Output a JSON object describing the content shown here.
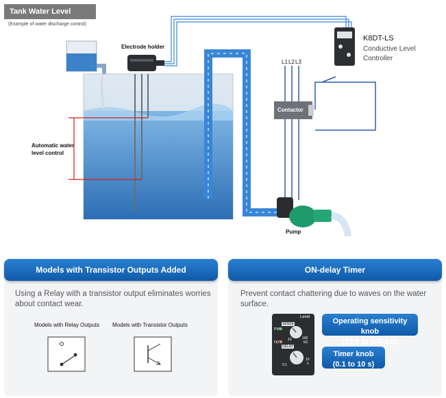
{
  "header": {
    "title": "Tank Water Level Control",
    "caption": "(Example of water discharge control)"
  },
  "diagram": {
    "electrode_holder": "Electrode holder",
    "product_model": "K8DT-LS",
    "product_line1": "Conductive Level",
    "product_line2": "Controller",
    "phases": [
      "L1",
      "L2",
      "L3"
    ],
    "contactor": "Contactor",
    "pump": "Pump",
    "auto_line1": "Automatic water",
    "auto_line2": "level control"
  },
  "left_card": {
    "header": "Models with Transistor Outputs Added",
    "text_line1": "Using a Relay with a transistor output eliminates worries",
    "text_line2": "about contact wear.",
    "relay_label": "Models with Relay Outputs",
    "transistor_label": "Models with Transistor Outputs"
  },
  "right_card": {
    "header": "ON-delay Timer",
    "text_line1": "Prevent contact chattering due to waves on the water",
    "text_line2": "surface.",
    "panel_top": "Level",
    "panel_sens": "SENSE",
    "panel_pwr": "PWR",
    "panel_out": "OUT",
    "panel_delay": "DELAY",
    "panel_10": "10",
    "panel_100": "100",
    "panel_kohm": "kΩ",
    "panel_01": "0.1",
    "panel_10b": "10",
    "panel_s": "s",
    "sens_line1": "Operating sensitivity knob",
    "sens_line2": "(10 k to 100 kΩ)",
    "timer_line1": "Timer knob",
    "timer_line2": "(0.1 to 10 s)"
  },
  "colors": {
    "accent_blue": "#1466b8",
    "pipe_blue": "#3a86d6",
    "water_blue": "#5f9fd6",
    "pump_green": "#1f9a6a",
    "auto_red": "#d21e1e"
  }
}
